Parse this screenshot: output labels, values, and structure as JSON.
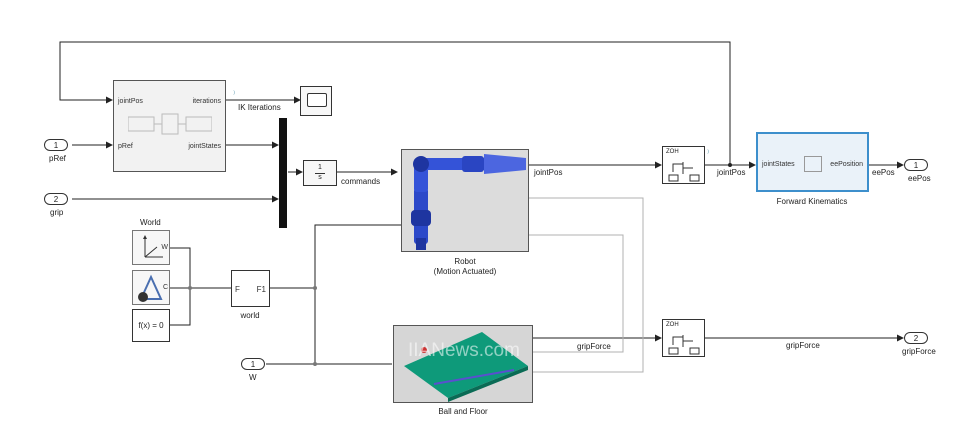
{
  "inports": [
    {
      "num": "1",
      "label": "pRef"
    },
    {
      "num": "2",
      "label": "grip"
    },
    {
      "num": "1",
      "label": "W"
    }
  ],
  "outports": [
    {
      "num": "1",
      "label": "eePos"
    },
    {
      "num": "2",
      "label": "gripForce"
    }
  ],
  "ik_block": {
    "ports_in": [
      "jointPos",
      "pRef"
    ],
    "ports_out": [
      "iterations",
      "jointStates"
    ]
  },
  "scope": {
    "signal_label": "IK Iterations"
  },
  "gain": {
    "numerator": "1",
    "denominator": "s",
    "signal_label": "commands"
  },
  "robot": {
    "title": "Robot",
    "subtitle": "(Motion Actuated)",
    "signal_out": "jointPos"
  },
  "zoh": [
    {
      "title": "ZOH",
      "signal_out": "jointPos"
    },
    {
      "title": "ZOH",
      "signal_out": "gripForce"
    }
  ],
  "fk_block": {
    "port_in": "jointStates",
    "port_out": "eePosition",
    "title": "Forward Kinematics",
    "signal_out": "eePos"
  },
  "world_block": {
    "title": "World",
    "port": "W"
  },
  "mech_config": {
    "port": "C"
  },
  "solver_config": {
    "text": "f(x) = 0"
  },
  "transform": {
    "left": "F",
    "right": "F1",
    "label": "world"
  },
  "ball_floor": {
    "title": "Ball and Floor",
    "signal_out": "gripForce",
    "watermark": "IIANews.com"
  },
  "colors": {
    "fk_highlight": "#3d8fcc",
    "robot_blue": "#2c49c9",
    "floor_green": "#0e9a7a",
    "wire": "#222222",
    "feedback_wire": "#b0b0b0"
  }
}
